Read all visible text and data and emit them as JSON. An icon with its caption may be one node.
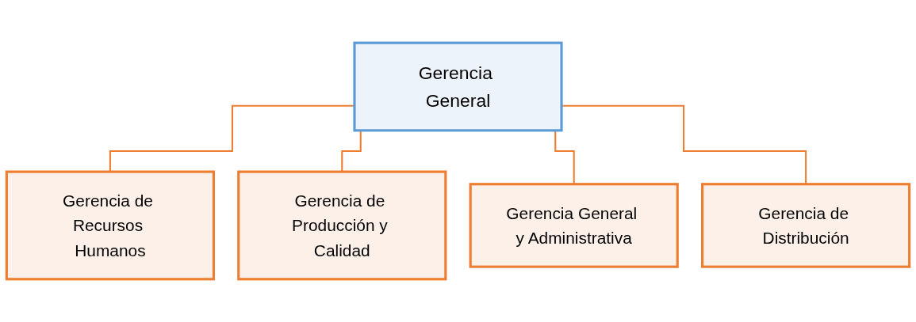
{
  "diagram": {
    "nodes": [
      {
        "text": [
          "Gerencia General"
        ]
      },
      {
        "text": [
          "Gerencia de Recursos Humanos"
        ]
      },
      {
        "text": [
          "Gerencia de Producción y Calidad"
        ]
      },
      {
        "text": [
          "Gerencia General y Administrativa"
        ]
      },
      {
        "text": [
          "Gerencia de Distribución"
        ]
      }
    ],
    "edges": [
      {
        "from": 0,
        "to": 1,
        "arrow": "none"
      },
      {
        "from": 0,
        "to": 2,
        "arrow": "none"
      },
      {
        "from": 0,
        "to": 3,
        "arrow": "none"
      },
      {
        "from": 0,
        "to": 4,
        "arrow": "none"
      }
    ]
  }
}
